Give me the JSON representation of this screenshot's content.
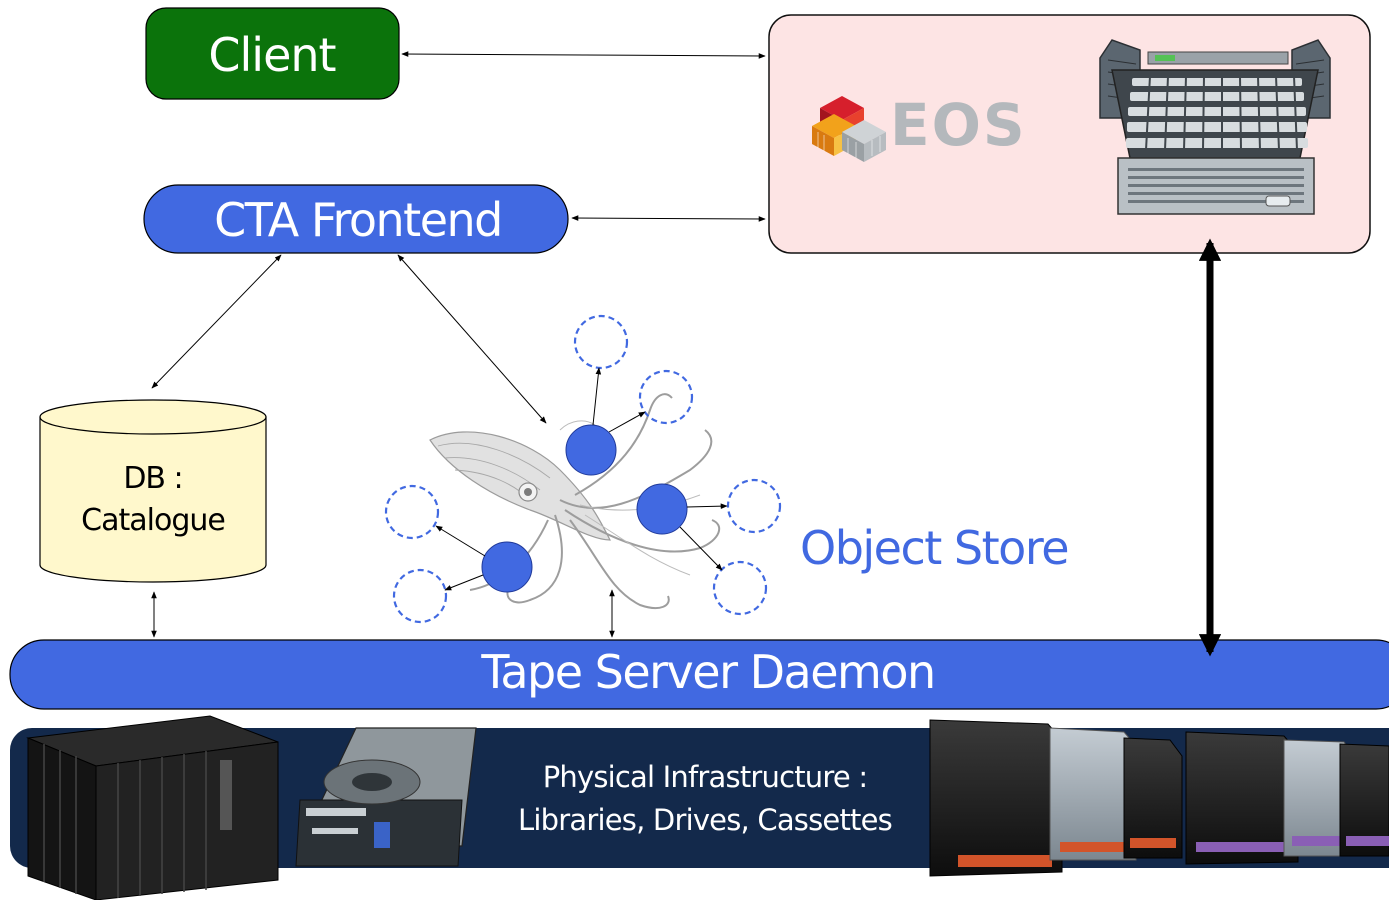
{
  "nodes": {
    "client": {
      "label": "Client",
      "fill": "#0b730b"
    },
    "frontend": {
      "label": "CTA Frontend",
      "fill": "#4169e1"
    },
    "db": {
      "line1": "DB :",
      "line2": "Catalogue",
      "fill": "#fff8cc"
    },
    "eos": {
      "logo_text": "EOS",
      "fill": "#fde4e4"
    },
    "object_store": {
      "label": "Object Store",
      "color": "#4169e1"
    },
    "tape_server": {
      "label": "Tape Server Daemon",
      "fill": "#4169e1"
    },
    "physical": {
      "line1": "Physical Infrastructure :",
      "line2": "Libraries, Drives, Cassettes",
      "fill": "#13294b"
    }
  },
  "icons": {
    "eos_logo": "eos-logo-icon",
    "disk_server": "disk-server-icon",
    "squid": "squid-illustration-icon",
    "tape_library": "tape-library-icon",
    "tape_drive": "tape-drive-icon",
    "cassettes": "tape-cassette-icon"
  }
}
